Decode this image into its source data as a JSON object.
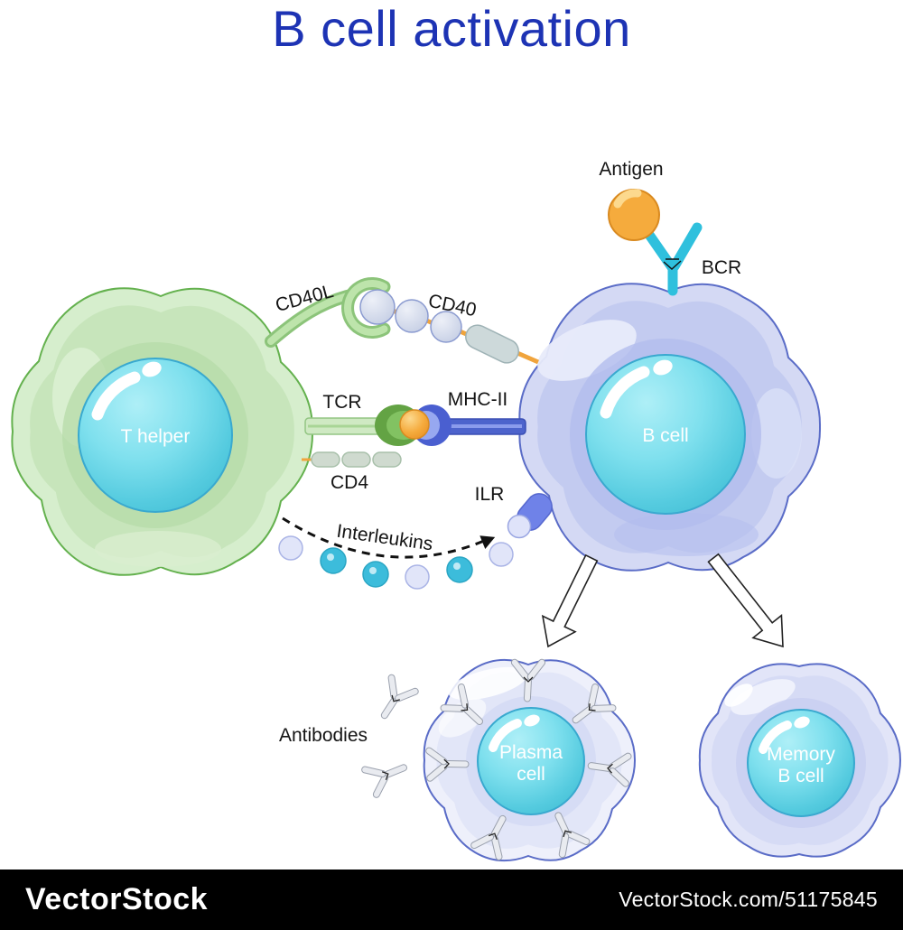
{
  "title": "B cell activation",
  "labels": {
    "antigen": "Antigen",
    "bcr": "BCR",
    "cd40l": "CD40L",
    "cd40": "CD40",
    "tcr": "TCR",
    "mhc2": "MHC-II",
    "cd4": "CD4",
    "ilr": "ILR",
    "interleukins": "Interleukins",
    "antibodies": "Antibodies"
  },
  "cells": {
    "t_helper": {
      "label": "T helper"
    },
    "b_cell": {
      "label": "B cell"
    },
    "plasma": {
      "line1": "Plasma",
      "line2": "cell"
    },
    "memory": {
      "line1": "Memory",
      "line2": "B cell"
    }
  },
  "watermark": {
    "brand": "VectorStock",
    "url": "VectorStock.com/51175845"
  },
  "colors": {
    "title": "#1d33b4",
    "background": "#ffffff",
    "t_helper_fill": "#d6eecd",
    "t_helper_outline": "#64b14e",
    "b_cell_fill": "#d4d9f4",
    "b_cell_outline": "#5a6cc7",
    "nucleus_cyan": "#5fd2e2",
    "antigen_orange": "#f5ab3d",
    "bcr_cyan": "#2fc0dd",
    "interleukin_cyan": "#3cbcdb",
    "interleukin_light": "#e1e5f9",
    "antibody_gray": "#e9ebf0",
    "watermark_bar": "#000000",
    "label_text": "#141414"
  }
}
